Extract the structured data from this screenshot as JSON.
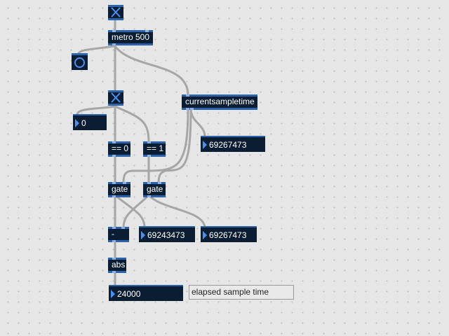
{
  "patch": {
    "toggle_top": {
      "state": "on"
    },
    "metro": {
      "label": "metro 500"
    },
    "bang": {
      "state": "off"
    },
    "toggle_mid": {
      "state": "on"
    },
    "number_toggle": {
      "value": "0"
    },
    "currentsampletime": {
      "label": "currentsampletime"
    },
    "number_current": {
      "value": "69267473"
    },
    "eq0": {
      "label": "== 0"
    },
    "eq1": {
      "label": "== 1"
    },
    "gate_left": {
      "label": "gate"
    },
    "gate_right": {
      "label": "gate"
    },
    "minus": {
      "label": "-"
    },
    "number_gate_a": {
      "value": "69243473"
    },
    "number_gate_b": {
      "value": "69267473"
    },
    "abs": {
      "label": "abs"
    },
    "number_elapsed": {
      "value": "24000"
    },
    "comment": {
      "text": "elapsed sample time"
    }
  },
  "colors": {
    "object_bg": "#0b1d33",
    "object_border": "#2d63aa",
    "accent": "#4e8ef0",
    "cord": "#a6a6a6",
    "canvas": "#e6e6e6"
  }
}
